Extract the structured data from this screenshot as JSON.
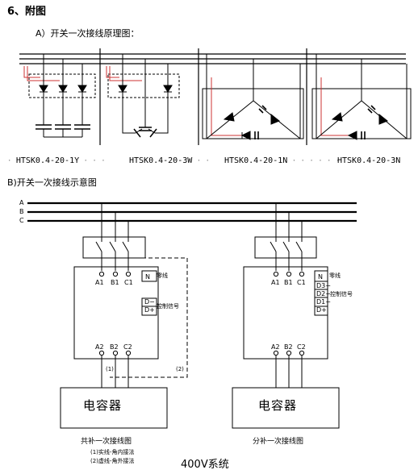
{
  "section_title": "6、附图",
  "part_a": {
    "title": "A）开关一次接线原理图：",
    "models": [
      "HTSK0.4-20-1Y",
      "HTSK0.4-20-3W",
      "HTSK0.4-20-1N",
      "HTSK0.4-20-3N"
    ]
  },
  "part_b": {
    "title": "B)开关一次接线示意图",
    "phases": [
      "A",
      "B",
      "C"
    ],
    "left": {
      "top_terminals": [
        "A1",
        "B1",
        "C1"
      ],
      "bottom_terminals": [
        "A2",
        "B2",
        "C2"
      ],
      "neutral": "N",
      "neutral_label": "零线",
      "d_minus": "D−",
      "d_plus": "D+",
      "control_label": "控制信号",
      "path1": "(1)",
      "path2": "(2)",
      "capacitor": "电容器",
      "caption": "共补一次接线图",
      "notes": [
        "(1)实线-角内接法",
        "(2)虚线-角外接法"
      ]
    },
    "right": {
      "top_terminals": [
        "A1",
        "B1",
        "C1"
      ],
      "bottom_terminals": [
        "A2",
        "B2",
        "C2"
      ],
      "neutral": "N",
      "neutral_label": "零线",
      "signals": [
        "D3−",
        "D2−",
        "D1−",
        "D+"
      ],
      "control_label": "控制信号",
      "capacitor": "电容器",
      "caption": "分补一次接线图"
    },
    "system_label": "400V系统"
  }
}
